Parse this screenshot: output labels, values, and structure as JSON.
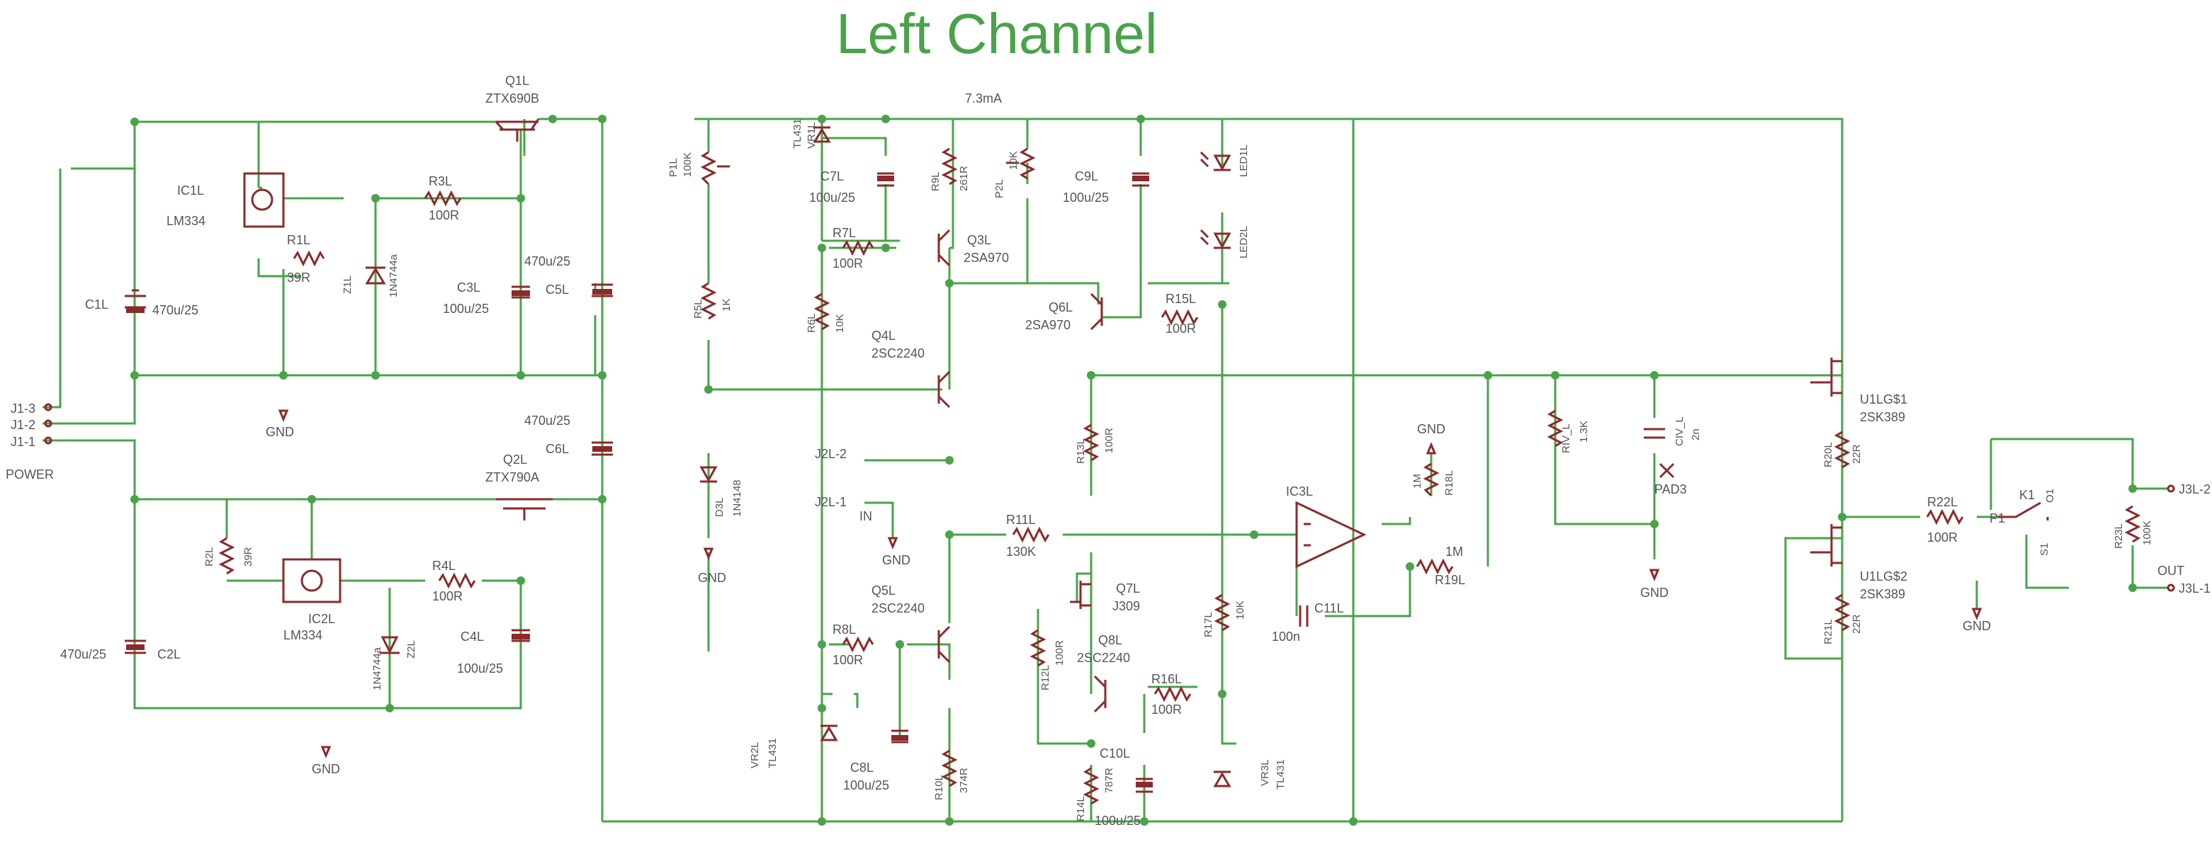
{
  "title": "Left Channel",
  "colors": {
    "wire": "#4aa34a",
    "component": "#8b2a2a",
    "label": "#555555",
    "title": "#4aa34a"
  },
  "current_label": "7.3mA",
  "power": {
    "label": "POWER",
    "pins": [
      "J1-3",
      "J1-2",
      "J1-1"
    ]
  },
  "gnd_label": "GND",
  "components": {
    "q1": {
      "ref": "Q1L",
      "value": "ZTX690B"
    },
    "q2": {
      "ref": "Q2L",
      "value": "ZTX790A"
    },
    "ic1": {
      "ref": "IC1L",
      "value": "LM334"
    },
    "ic2": {
      "ref": "IC2L",
      "value": "LM334"
    },
    "r1": {
      "ref": "R1L",
      "value": "39R"
    },
    "r2": {
      "ref": "R2L",
      "value": "39R"
    },
    "r3": {
      "ref": "R3L",
      "value": "100R"
    },
    "r4": {
      "ref": "R4L",
      "value": "100R"
    },
    "z1": {
      "ref": "Z1L",
      "value": "1N4744a"
    },
    "z2": {
      "ref": "Z2L",
      "value": "1N4744a"
    },
    "c1": {
      "ref": "C1L",
      "value": "470u/25"
    },
    "c2": {
      "ref": "C2L",
      "value": "470u/25"
    },
    "c3": {
      "ref": "C3L",
      "value": "100u/25"
    },
    "c4": {
      "ref": "C4L",
      "value": "100u/25"
    },
    "c5": {
      "ref": "C5L",
      "value": "470u/25"
    },
    "c6": {
      "ref": "C6L",
      "value": "470u/25"
    },
    "p1": {
      "ref": "P1L",
      "value": "100K"
    },
    "r5": {
      "ref": "R5L",
      "value": "1K"
    },
    "d3": {
      "ref": "D3L",
      "value": "1N4148"
    },
    "vr1": {
      "ref": "VR1L",
      "value": "TL431"
    },
    "c7": {
      "ref": "C7L",
      "value": "100u/25"
    },
    "r7": {
      "ref": "R7L",
      "value": "100R"
    },
    "r6": {
      "ref": "R6L",
      "value": "10K"
    },
    "r9": {
      "ref": "R9L",
      "value": "261R"
    },
    "p2": {
      "ref": "P2L",
      "value": "10K"
    },
    "q3": {
      "ref": "Q3L",
      "value": "2SA970"
    },
    "c9": {
      "ref": "C9L",
      "value": "100u/25"
    },
    "q6": {
      "ref": "Q6L",
      "value": "2SA970"
    },
    "r15": {
      "ref": "R15L",
      "value": "100R"
    },
    "led1": {
      "ref": "LED1L",
      "value": ""
    },
    "led2": {
      "ref": "LED2L",
      "value": ""
    },
    "q4": {
      "ref": "Q4L",
      "value": "2SC2240"
    },
    "q5": {
      "ref": "Q5L",
      "value": "2SC2240"
    },
    "r8": {
      "ref": "R8L",
      "value": "100R"
    },
    "c8": {
      "ref": "C8L",
      "value": "100u/25"
    },
    "vr2": {
      "ref": "VR2L",
      "value": "TL431"
    },
    "r10": {
      "ref": "R10L",
      "value": "374R"
    },
    "r11": {
      "ref": "R11L",
      "value": "130K"
    },
    "r13": {
      "ref": "R13L",
      "value": "100R"
    },
    "q7": {
      "ref": "Q7L",
      "value": "J309"
    },
    "q8": {
      "ref": "Q8L",
      "value": "2SC2240"
    },
    "r12": {
      "ref": "R12L",
      "value": "100R"
    },
    "r16": {
      "ref": "R16L",
      "value": "100R"
    },
    "r14": {
      "ref": "R14L",
      "value": "787R"
    },
    "c10": {
      "ref": "C10L",
      "value": "100u/25"
    },
    "r17": {
      "ref": "R17L",
      "value": "10K"
    },
    "vr3": {
      "ref": "VR3L",
      "value": "TL431"
    },
    "ic3": {
      "ref": "IC3L",
      "value": ""
    },
    "r18": {
      "ref": "R18L",
      "value": "1M"
    },
    "r19": {
      "ref": "R19L",
      "value": "1M"
    },
    "c11": {
      "ref": "C11L",
      "value": "100n"
    },
    "riv": {
      "ref": "RIV_L",
      "value": "1.3K"
    },
    "civ": {
      "ref": "CIV_L",
      "value": "2n"
    },
    "pad": {
      "ref": "PAD3",
      "value": ""
    },
    "u1a": {
      "ref": "U1LG$1",
      "value": "2SK389"
    },
    "u1b": {
      "ref": "U1LG$2",
      "value": "2SK389"
    },
    "r20": {
      "ref": "R20L",
      "value": "22R"
    },
    "r21": {
      "ref": "R21L",
      "value": "22R"
    },
    "r22": {
      "ref": "R22L",
      "value": "100R"
    },
    "r23": {
      "ref": "R23L",
      "value": "100K"
    },
    "k1": {
      "ref": "K1",
      "value": ""
    }
  },
  "pins": {
    "j2_2": "J2L-2",
    "j2_1": "J2L-1",
    "in": "IN",
    "j3_2": "J3L-2",
    "j3_1": "J3L-1",
    "out": "OUT",
    "p1": "P1",
    "o1": "O1",
    "s1": "S1"
  }
}
